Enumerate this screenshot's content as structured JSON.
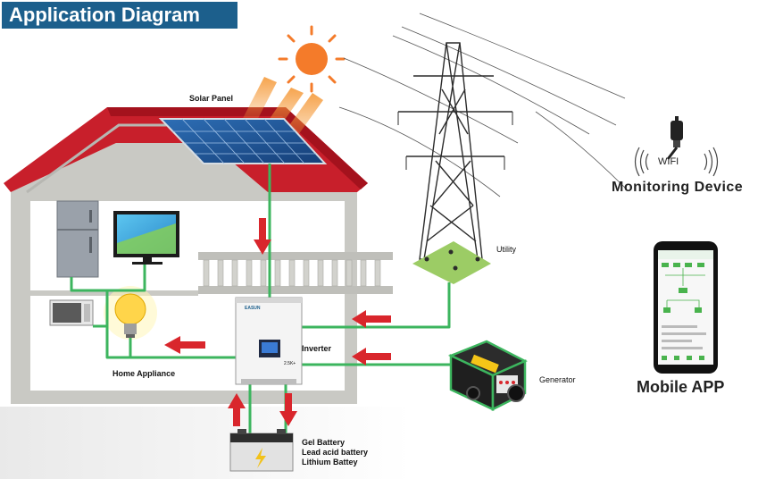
{
  "header": {
    "title": "Application Diagram"
  },
  "labels": {
    "solar_panel": "Solar Panel",
    "utility": "Utility",
    "inverter": "Inverter",
    "generator": "Generator",
    "home_appliance": "Home Appliance",
    "monitoring_device": "Monitoring Device",
    "mobile_app": "Mobile APP",
    "wifi": "WIFI",
    "inverter_brand": "EASUN",
    "inverter_rating": "2.5K+"
  },
  "batteries": [
    "Gel Battery",
    "Lead acid battery",
    "Lithium Battey"
  ],
  "colors": {
    "header_bg": "#1c5f8c",
    "wire": "#3cb55e",
    "arrow": "#d9262c",
    "roof": "#c81f2b",
    "house_wall": "#c9c9c4"
  },
  "icons": [
    "sun-icon",
    "solar-panel-icon",
    "power-tower-icon",
    "wifi-dongle-icon",
    "smartphone-icon",
    "fridge-icon",
    "tv-icon",
    "microwave-icon",
    "lightbulb-icon",
    "battery-icon",
    "generator-icon",
    "inverter-icon"
  ]
}
